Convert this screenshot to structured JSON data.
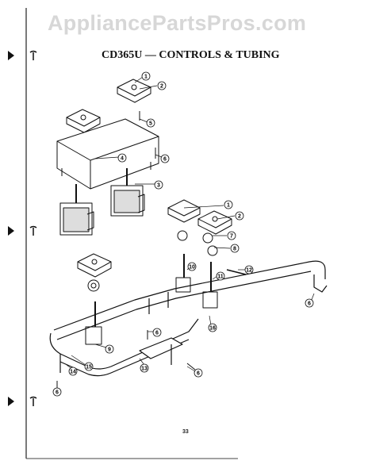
{
  "watermark": "AppliancePartsPros.com",
  "title": "CD365U — CONTROLS & TUBING",
  "page_number": "33",
  "callouts": [
    "1",
    "2",
    "5",
    "4",
    "6",
    "3",
    "1",
    "2",
    "7",
    "8",
    "12",
    "10",
    "11",
    "6",
    "16",
    "6",
    "9",
    "13",
    "6",
    "14",
    "15",
    "6"
  ]
}
